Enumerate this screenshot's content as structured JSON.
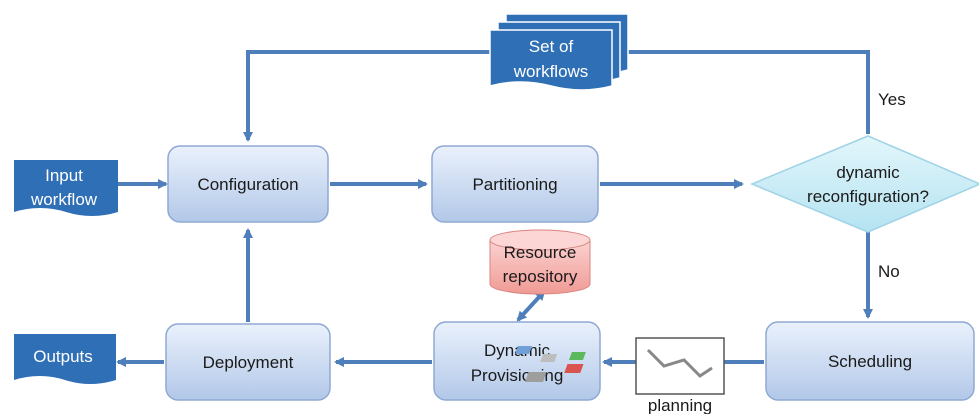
{
  "nodes": {
    "set_of_workflows": {
      "line1": "Set of",
      "line2": "workflows"
    },
    "input_workflow": {
      "line1": "Input",
      "line2": "workflow"
    },
    "configuration": {
      "label": "Configuration"
    },
    "partitioning": {
      "label": "Partitioning"
    },
    "decision": {
      "line1": "dynamic",
      "line2": "reconfiguration?"
    },
    "resource_repository": {
      "line1": "Resource",
      "line2": "repository"
    },
    "outputs": {
      "label": "Outputs"
    },
    "deployment": {
      "label": "Deployment"
    },
    "dynamic_provisioning": {
      "line1": "Dynamic",
      "line2": "Provisioning"
    },
    "scheduling": {
      "label": "Scheduling"
    },
    "planning": {
      "label": "planning"
    }
  },
  "edge_labels": {
    "yes": "Yes",
    "no": "No"
  },
  "colors": {
    "box_fill_top": "#e8f0fb",
    "box_fill_bottom": "#b4c9e8",
    "box_stroke": "#8fa9d4",
    "doc_fill": "#2f6fb6",
    "arrow": "#4f7fba",
    "diamond_fill": "#c8ecf6",
    "cylinder_fill": "#f5b3b0"
  }
}
